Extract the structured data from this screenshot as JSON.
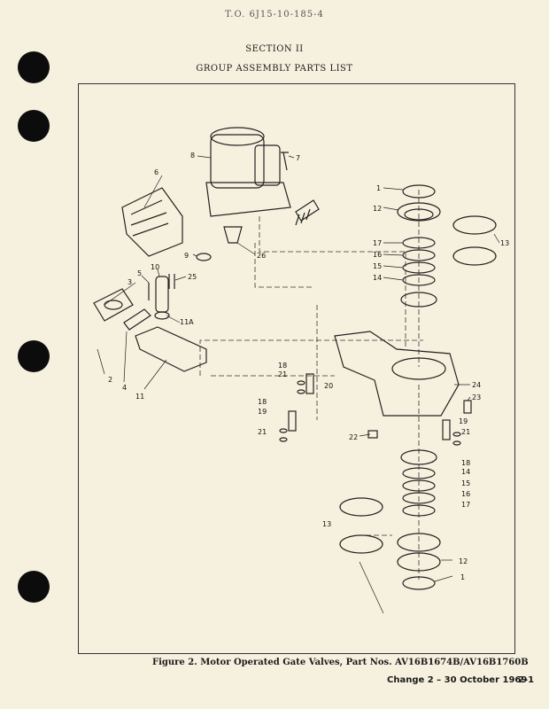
{
  "header": {
    "to_number": "T.O. 6J15-10-185-4",
    "section": "SECTION II",
    "title": "GROUP ASSEMBLY PARTS LIST"
  },
  "figure": {
    "caption": "Figure 2.  Motor Operated Gate Valves, Part Nos. AV16B1674B/AV16B1760B",
    "callouts": [
      "1",
      "2",
      "3",
      "4",
      "5",
      "6",
      "7",
      "8",
      "9",
      "10",
      "11",
      "11A",
      "12",
      "13",
      "14",
      "15",
      "16",
      "17",
      "18",
      "19",
      "20",
      "21",
      "22",
      "23",
      "24",
      "25",
      "26"
    ]
  },
  "footer": {
    "change": "Change 2 – 30 October 1969",
    "page": "2-1"
  }
}
